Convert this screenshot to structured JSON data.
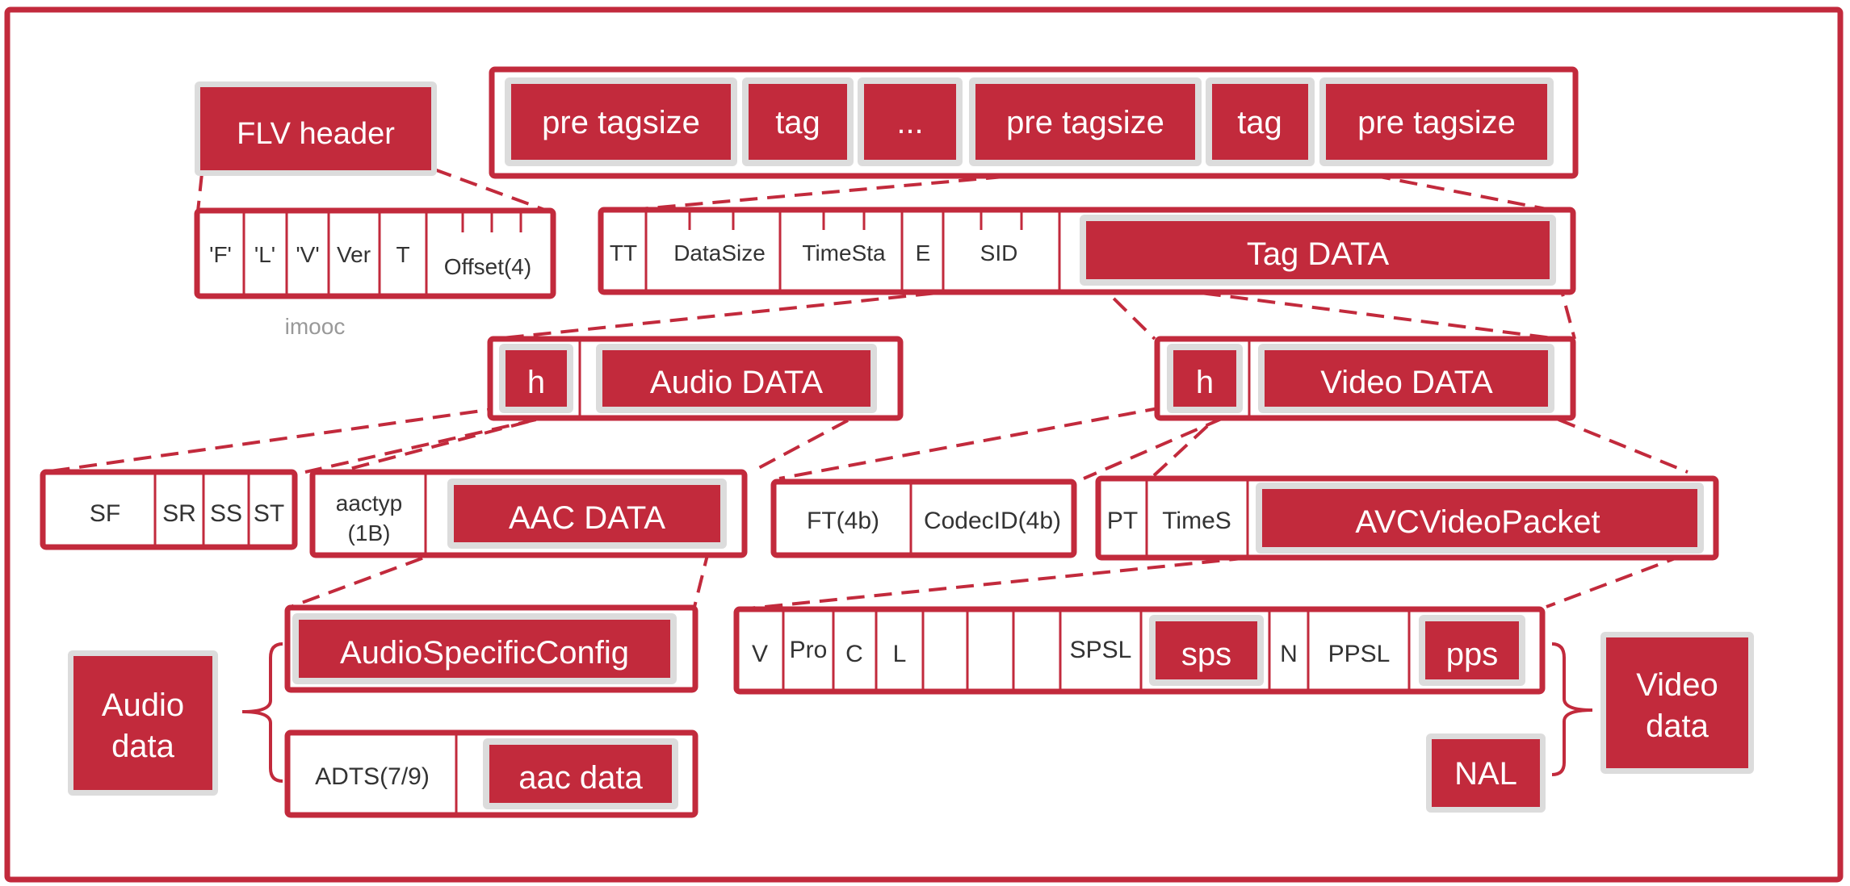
{
  "colors": {
    "primary": "#c22a3c",
    "halo": "#dcdcdc",
    "text_dark": "#333333",
    "text_light": "#ffffff",
    "watermark": "#999999"
  },
  "flv_header": {
    "title": "FLV header",
    "fields": [
      "'F'",
      "'L'",
      "'V'",
      "Ver",
      "T",
      "Offset(4)"
    ]
  },
  "watermark": "imooc",
  "body": [
    "pre tagsize",
    "tag",
    "...",
    "pre tagsize",
    "tag",
    "pre tagsize"
  ],
  "tag": {
    "fields": [
      "TT",
      "DataSize",
      "TimeSta",
      "E",
      "SID"
    ],
    "data": "Tag DATA"
  },
  "audio_tag": {
    "header": "h",
    "data": "Audio DATA"
  },
  "video_tag": {
    "header": "h",
    "data": "Video DATA"
  },
  "audio_header_fields": [
    "SF",
    "SR",
    "SS",
    "ST"
  ],
  "aac_packet": {
    "type_line1": "aactyp",
    "type_line2": "(1B)",
    "data": "AAC DATA"
  },
  "video_header_fields": [
    "FT(4b)",
    "CodecID(4b)"
  ],
  "avc_packet": {
    "fields": [
      "PT",
      "TimeS"
    ],
    "data": "AVCVideoPacket"
  },
  "audio_specific_config": "AudioSpecificConfig",
  "adts": {
    "label": "ADTS(7/9)",
    "data": "aac data"
  },
  "avc_config": {
    "fields": [
      "V",
      "Pro",
      "C",
      "L",
      "",
      "",
      "",
      "SPSL"
    ],
    "sps": "sps",
    "n": "N",
    "ppsl": "PPSL",
    "pps": "pps"
  },
  "labels": {
    "audio_line1": "Audio",
    "audio_line2": "data",
    "video_line1": "Video",
    "video_line2": "data",
    "nal": "NAL"
  }
}
